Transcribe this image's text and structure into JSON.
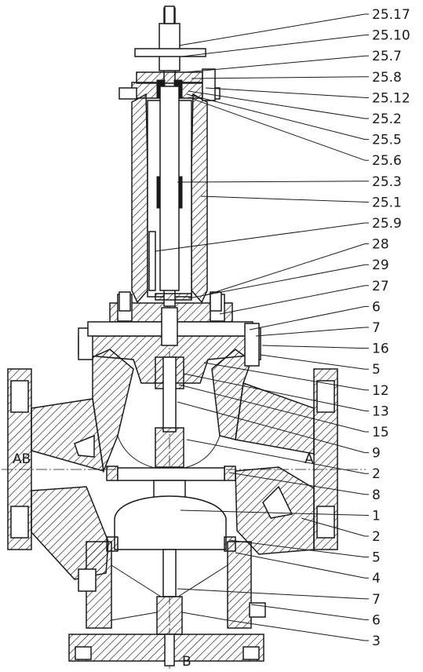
{
  "ports": {
    "left": "AB",
    "right": "A",
    "bottom": "B"
  },
  "callouts": [
    "25.17",
    "25.10",
    "25.7",
    "25.8",
    "25.12",
    "25.2",
    "25.5",
    "25.6",
    "25.3",
    "25.1",
    "25.9",
    "28",
    "29",
    "27",
    "6",
    "7",
    "16",
    "5",
    "12",
    "13",
    "15",
    "9",
    "2",
    "8",
    "1",
    "2",
    "5",
    "4",
    "7",
    "6",
    "3"
  ]
}
